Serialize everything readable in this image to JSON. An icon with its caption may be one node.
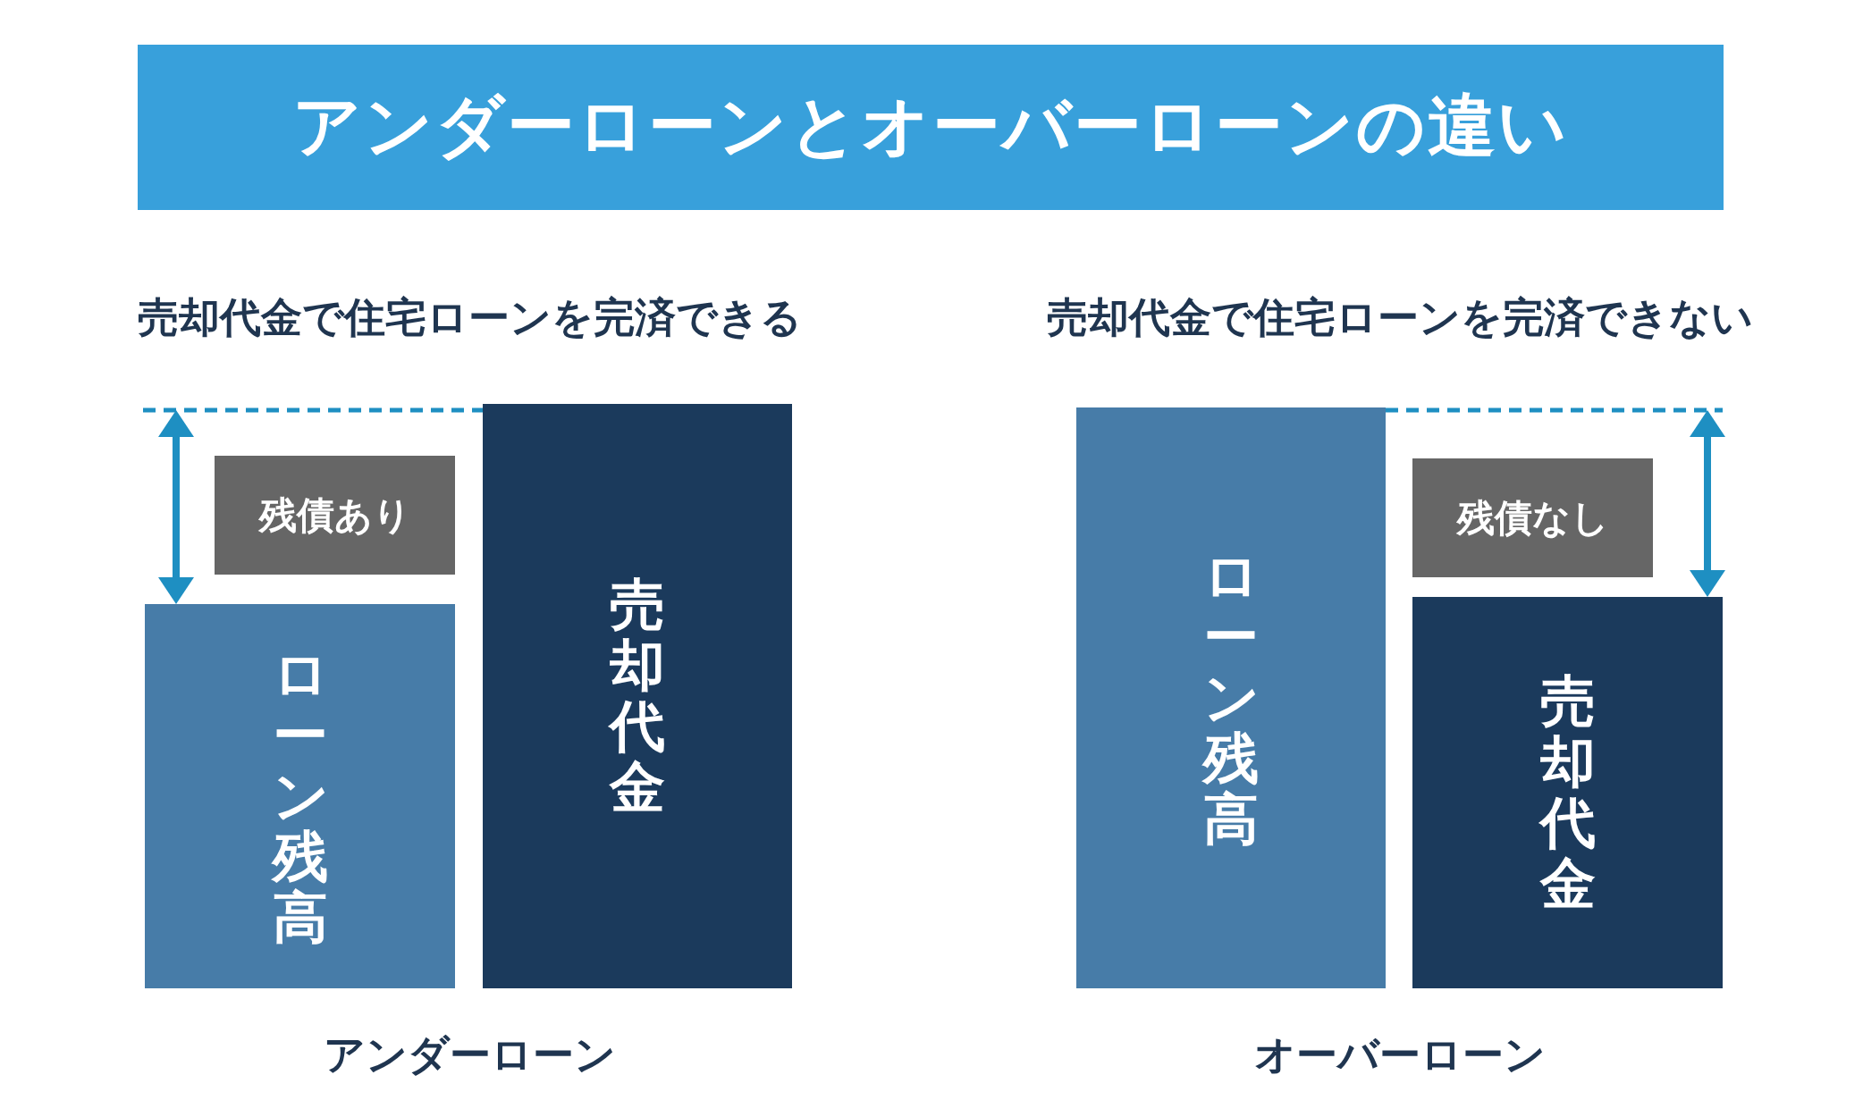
{
  "diagram": {
    "title": "アンダーローンとオーバーローンの違い",
    "nodes": [
      {
        "text": [
          "残債あり"
        ]
      },
      {
        "text": [
          "ローン残高"
        ]
      },
      {
        "text": [
          "売却代金"
        ]
      },
      {
        "text": [
          "ローン残高"
        ]
      },
      {
        "text": [
          "残債なし"
        ]
      },
      {
        "text": [
          "売却代金"
        ]
      }
    ],
    "labels": [
      "売却代金で住宅ローンを完済できる",
      "売却代金で住宅ローンを完済できない",
      "アンダーローン",
      "オーバーローン"
    ]
  }
}
